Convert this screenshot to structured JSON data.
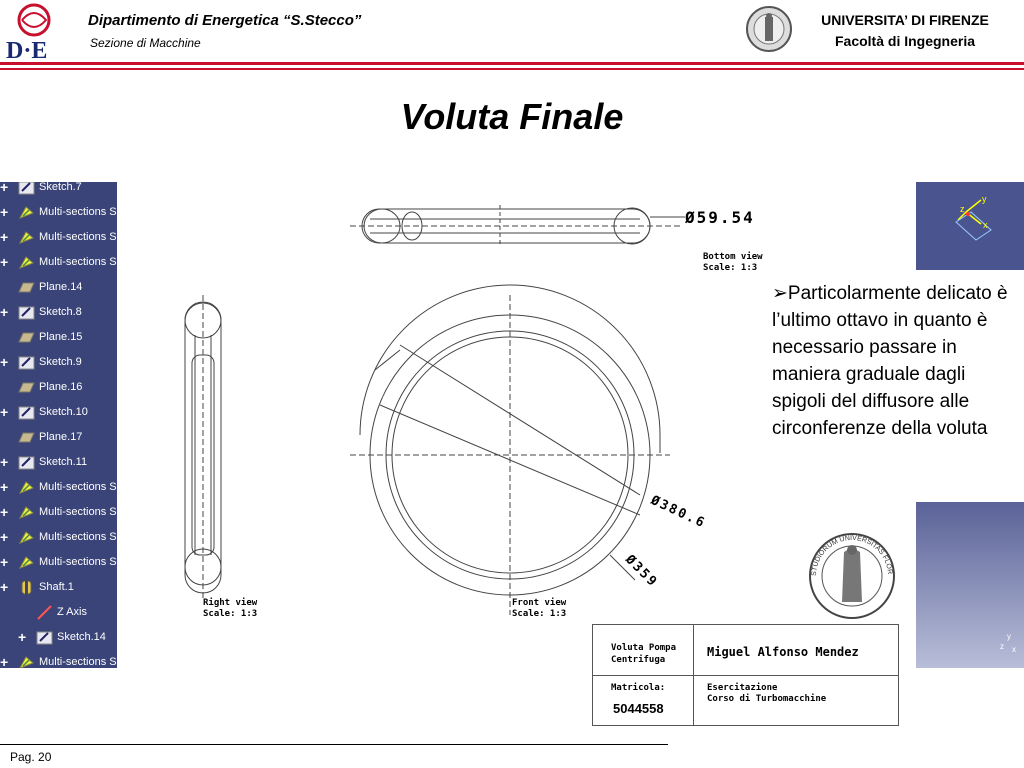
{
  "header": {
    "department": "Dipartimento di Energetica “S.Stecco”",
    "section": "Sezione di  Macchine",
    "university": "UNIVERSITA’ DI FIRENZE",
    "faculty": "Facoltà di Ingegneria",
    "logo_text": "D·E"
  },
  "title": "Voluta Finale",
  "tree": {
    "items": [
      {
        "label": "Sketch.7",
        "icon": "sketch-icon"
      },
      {
        "label": "Multi-sections S",
        "icon": "multisection-icon"
      },
      {
        "label": "Multi-sections S",
        "icon": "multisection-icon"
      },
      {
        "label": "Multi-sections S",
        "icon": "multisection-icon"
      },
      {
        "label": "Plane.14",
        "icon": "plane-icon"
      },
      {
        "label": "Sketch.8",
        "icon": "sketch-icon"
      },
      {
        "label": "Plane.15",
        "icon": "plane-icon"
      },
      {
        "label": "Sketch.9",
        "icon": "sketch-icon"
      },
      {
        "label": "Plane.16",
        "icon": "plane-icon"
      },
      {
        "label": "Sketch.10",
        "icon": "sketch-icon"
      },
      {
        "label": "Plane.17",
        "icon": "plane-icon"
      },
      {
        "label": "Sketch.11",
        "icon": "sketch-icon"
      },
      {
        "label": "Multi-sections S",
        "icon": "multisection-icon"
      },
      {
        "label": "Multi-sections S",
        "icon": "multisection-icon"
      },
      {
        "label": "Multi-sections S",
        "icon": "multisection-icon"
      },
      {
        "label": "Multi-sections S",
        "icon": "multisection-icon"
      },
      {
        "label": "Shaft.1",
        "icon": "shaft-icon"
      },
      {
        "label": "Z Axis",
        "icon": "axis-icon"
      },
      {
        "label": "Sketch.14",
        "icon": "sketch-icon"
      },
      {
        "label": "Multi-sections S",
        "icon": "multisection-icon"
      }
    ]
  },
  "drawing": {
    "dim_top": "Ø59.54",
    "bottom_view_label": "Bottom view",
    "bottom_view_scale": "Scale:  1:3",
    "right_view_label": "Right view",
    "right_view_scale": "Scale:  1:3",
    "front_view_label": "Front view",
    "front_view_scale": "Scale:  1:3",
    "dim_outer": "Ø380.6",
    "dim_inner": "Ø359"
  },
  "bullet": "Particolarmente delicato è l’ultimo ottavo in quanto è necessario passare in maniera graduale dagli spigoli del diffusore alle circonferenze della voluta",
  "title_block": {
    "part_name_1": "Voluta Pompa",
    "part_name_2": "Centrifuga",
    "author": "Miguel Alfonso Mendez",
    "matricola_label": "Matricola:",
    "matricola_value": "5044558",
    "exercise_1": "Esercitazione",
    "exercise_2": "Corso di Turbomacchine"
  },
  "axes": {
    "y": "y",
    "z": "z",
    "x": "x"
  },
  "seal_text": "STUDIORUM UNIVERSITAS FLORENTINA",
  "footer": {
    "page": "Pag. 20"
  },
  "colors": {
    "accent_red": "#c8102e",
    "tree_bg": "#3a4478",
    "viewport": "#4a5590"
  }
}
